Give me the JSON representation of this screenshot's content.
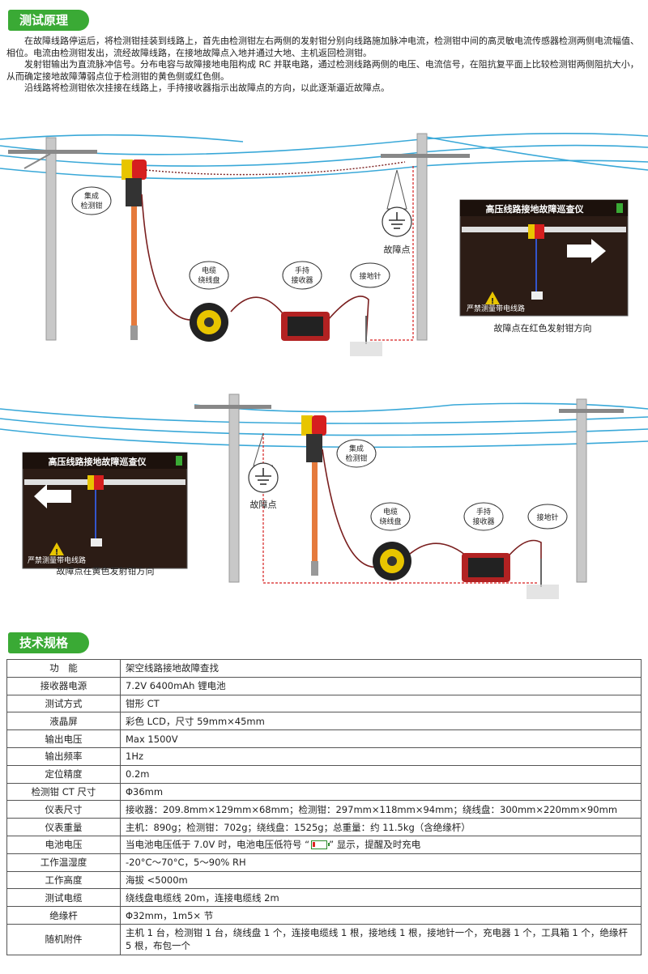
{
  "sections": {
    "principle_title": "测试原理",
    "specs_title": "技术规格"
  },
  "intro": [
    "在故障线路停运后，将检测钳挂装到线路上，首先由检测钳左右两侧的发射钳分别向线路施加脉冲电流，检测钳中间的高灵敏电流传感器检测两侧电流幅值、相位。电流由检测钳发出，流经故障线路，在接地故障点入地并通过大地、主机返回检测钳。",
    "发射钳输出为直流脉冲信号。分布电容与故障接地电阻构成 RC 并联电路，通过检测线路两侧的电压、电流信号，在阻抗复平面上比较检测钳两侧阻抗大小，从而确定接地故障薄弱点位于检测钳的黄色侧或红色侧。",
    "沿线路将检测钳依次挂接在线路上，手持接收器指示出故障点的方向，以此逐渐逼近故障点。"
  ],
  "diagram1": {
    "label_clamp": [
      "集成",
      "检测钳"
    ],
    "label_reel": [
      "电缆",
      "绕线盘"
    ],
    "label_receiver": [
      "手持",
      "接收器"
    ],
    "label_ground_pin": "接地针",
    "label_fault": "故障点",
    "screen_title": "高压线路接地故障巡查仪",
    "screen_warning": "严禁测量带电线路",
    "caption": "故障点在红色发射钳方向"
  },
  "diagram2": {
    "label_clamp": [
      "集成",
      "检测钳"
    ],
    "label_reel": [
      "电缆",
      "绕线盘"
    ],
    "label_receiver": [
      "手持",
      "接收器"
    ],
    "label_ground_pin": "接地针",
    "label_fault": "故障点",
    "screen_title": "高压线路接地故障巡查仪",
    "screen_warning": "严禁测量带电线路",
    "caption": "故障点在黄色发射钳方向"
  },
  "specs": [
    {
      "k": "功　能",
      "v": "架空线路接地故障查找"
    },
    {
      "k": "接收器电源",
      "v": "7.2V 6400mAh 锂电池"
    },
    {
      "k": "测试方式",
      "v": "钳形 CT"
    },
    {
      "k": "液晶屏",
      "v": "彩色 LCD，尺寸 59mm×45mm"
    },
    {
      "k": "输出电压",
      "v": "Max 1500V"
    },
    {
      "k": "输出频率",
      "v": "1Hz"
    },
    {
      "k": "定位精度",
      "v": "0.2m"
    },
    {
      "k": "检测钳 CT 尺寸",
      "v": "Φ36mm"
    },
    {
      "k": "仪表尺寸",
      "v": "接收器：209.8mm×129mm×68mm；检测钳：297mm×118mm×94mm；绕线盘：300mm×220mm×90mm"
    },
    {
      "k": "仪表重量",
      "v": "主机：890g；检测钳：702g；绕线盘：1525g；总重量：约 11.5kg（含绝缘杆）"
    },
    {
      "k": "电池电压",
      "v_pre": "当电池电压低于 7.0V 时，电池电压低符号 “",
      "v_post": "” 显示，提醒及时充电"
    },
    {
      "k": "工作温湿度",
      "v": "-20°C～70°C，5～90% RH"
    },
    {
      "k": "工作高度",
      "v": "海拔 <5000m"
    },
    {
      "k": "测试电缆",
      "v": "绕线盘电缆线 20m，连接电缆线 2m"
    },
    {
      "k": "绝缘杆",
      "v": "Φ32mm，1m5× 节"
    },
    {
      "k": "随机附件",
      "v": "主机 1 台，检测钳 1 台，绕线盘 1 个，连接电缆线 1 根，接地线 1 根，接地针一个，充电器 1 个，工具箱 1 个，绝缘杆 5 根，布包一个"
    }
  ],
  "icons": {
    "battery_low": "battery-low-icon",
    "warning": "warning-triangle-icon",
    "ground": "ground-symbol-icon",
    "arrow": "direction-arrow-icon"
  },
  "colors": {
    "accent_green": "#3aaa35",
    "wire_blue": "#39a8d8",
    "pole_gray": "#c8c8c8",
    "cable_red": "#7a1f1f",
    "screen_bg": "#2c1c15"
  }
}
